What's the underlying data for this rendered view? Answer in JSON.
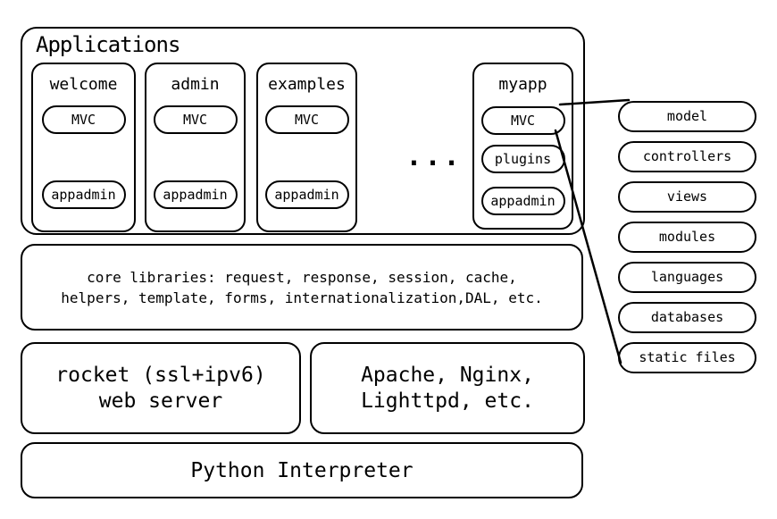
{
  "colors": {
    "stroke": "#000000",
    "background": "#ffffff"
  },
  "applications": {
    "title": "Applications",
    "ellipsis": "...",
    "apps": [
      {
        "name": "welcome",
        "items": [
          "MVC",
          "appadmin"
        ]
      },
      {
        "name": "admin",
        "items": [
          "MVC",
          "appadmin"
        ]
      },
      {
        "name": "examples",
        "items": [
          "MVC",
          "appadmin"
        ]
      },
      {
        "name": "myapp",
        "items": [
          "MVC",
          "plugins",
          "appadmin"
        ]
      }
    ]
  },
  "mvc_components": [
    "model",
    "controllers",
    "views",
    "modules",
    "languages",
    "databases",
    "static files"
  ],
  "core_libraries": {
    "line1": "core libraries: request, response, session, cache,",
    "line2": "helpers, template, forms, internationalization,DAL, etc."
  },
  "web_servers": {
    "rocket": {
      "line1": "rocket (ssl+ipv6)",
      "line2": "web server"
    },
    "alternatives": {
      "line1": "Apache, Nginx,",
      "line2": "Lighttpd, etc."
    }
  },
  "interpreter": {
    "label": "Python Interpreter"
  }
}
